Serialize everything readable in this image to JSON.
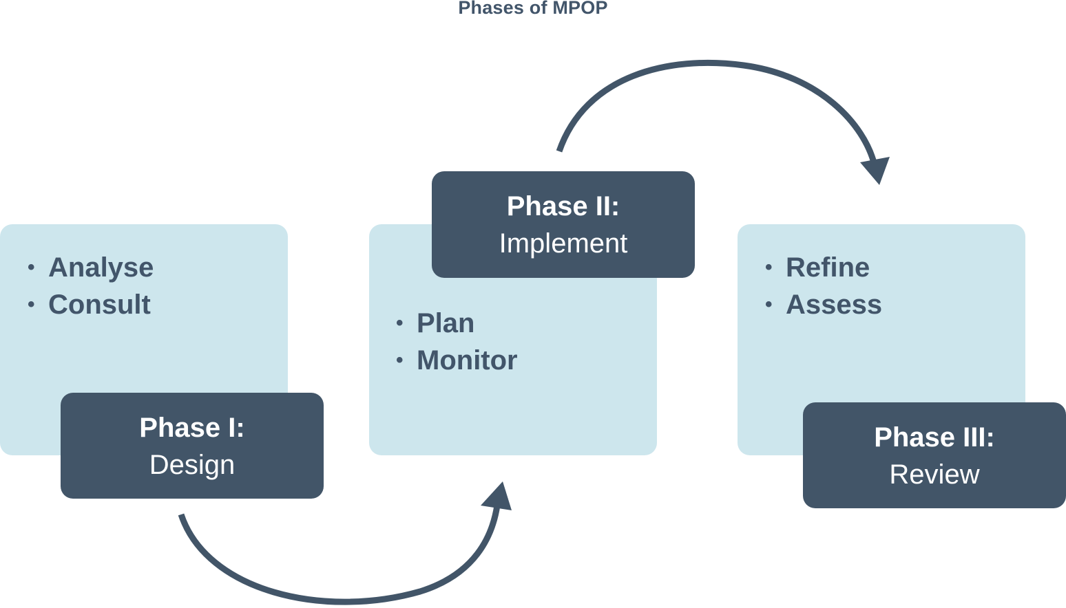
{
  "title": "Phases of MPOP",
  "phases": [
    {
      "title": "Phase I:",
      "subtitle": "Design",
      "items": [
        "Analyse",
        "Consult"
      ]
    },
    {
      "title": "Phase II:",
      "subtitle": "Implement",
      "items": [
        "Plan",
        "Monitor"
      ]
    },
    {
      "title": "Phase III:",
      "subtitle": "Review",
      "items": [
        "Refine",
        "Assess"
      ]
    }
  ],
  "bullet_char": "•",
  "colors": {
    "card_background": "#cde6ed",
    "phase_box": "#425568",
    "text_dark": "#42556a",
    "text_light": "#ffffff",
    "arrow": "#425568"
  }
}
